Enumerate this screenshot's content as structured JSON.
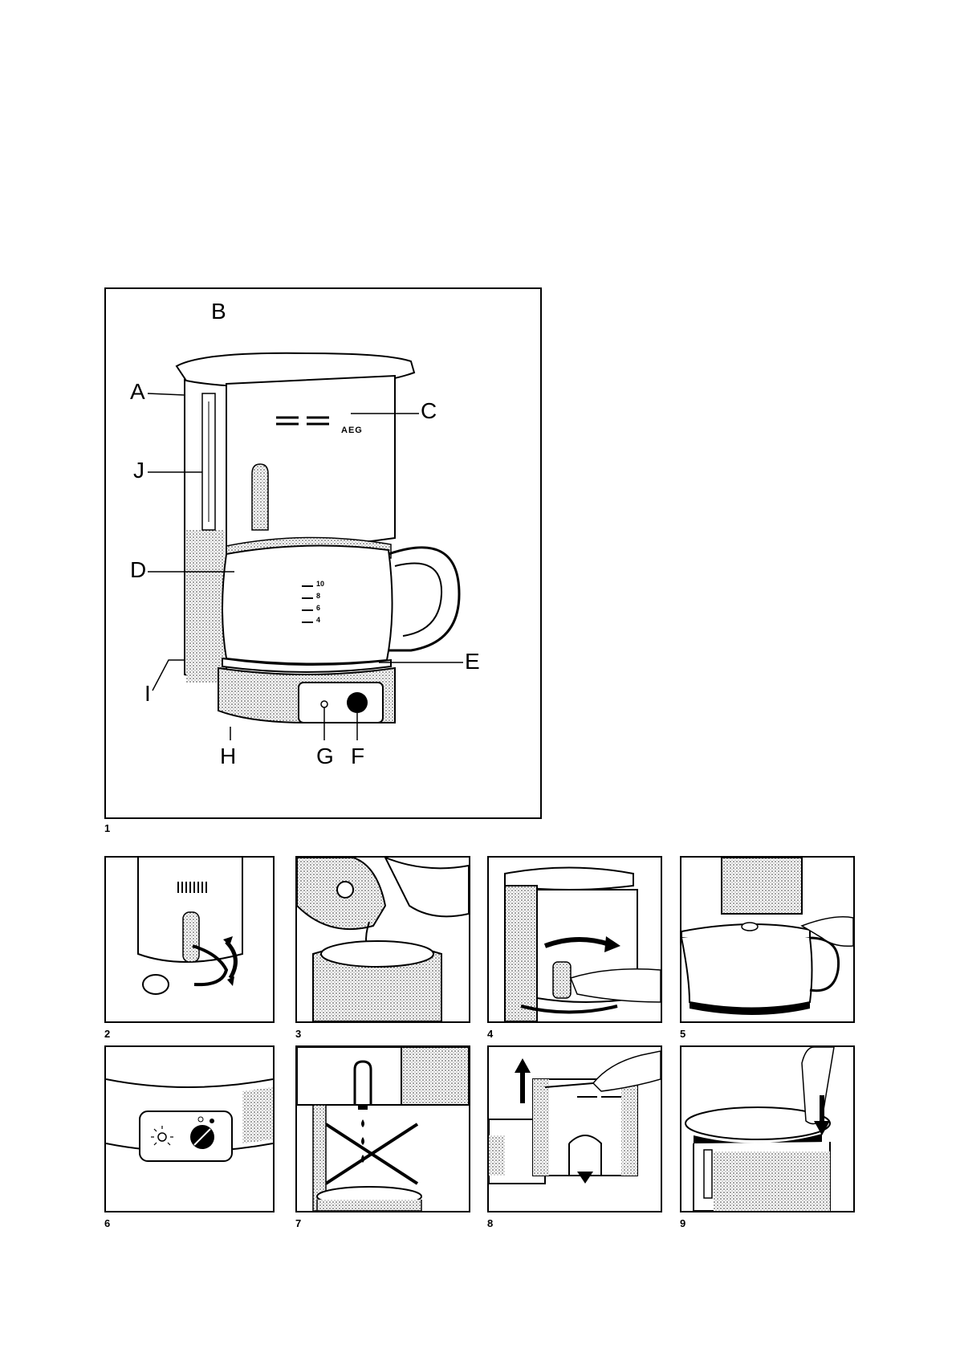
{
  "figure1": {
    "number": "1",
    "brand": "AEG",
    "labels": {
      "A": "A",
      "B": "B",
      "C": "C",
      "D": "D",
      "E": "E",
      "F": "F",
      "G": "G",
      "H": "H",
      "I": "I",
      "J": "J"
    },
    "carafe_scale": [
      "10",
      "8",
      "6",
      "4"
    ]
  },
  "panels": [
    {
      "number": "2"
    },
    {
      "number": "3"
    },
    {
      "number": "4"
    },
    {
      "number": "5"
    },
    {
      "number": "6"
    },
    {
      "number": "7"
    },
    {
      "number": "8"
    },
    {
      "number": "9"
    }
  ]
}
